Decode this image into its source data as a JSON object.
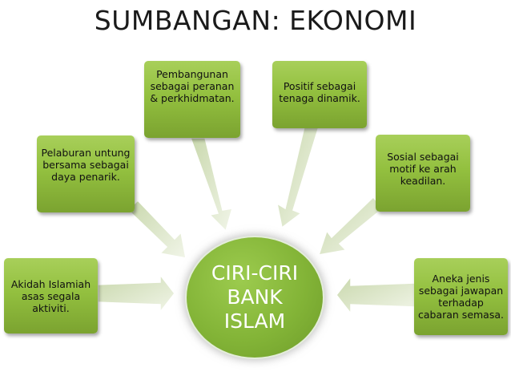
{
  "title": "SUMBANGAN: EKONOMI",
  "center": {
    "label": "CIRI-CIRI\nBANK\nISLAM"
  },
  "items": [
    {
      "id": "akidah",
      "text": "Akidah Islamiah asas segala aktiviti."
    },
    {
      "id": "pelaburan",
      "text": "Pelaburan untung bersama sebagai daya penarik."
    },
    {
      "id": "pembangunan",
      "text": "Pembangunan sebagai peranan & perkhidmatan."
    },
    {
      "id": "positif",
      "text": "Positif sebagai tenaga dinamik."
    },
    {
      "id": "sosial",
      "text": "Sosial sebagai motif ke arah keadilan."
    },
    {
      "id": "aneka",
      "text": "Aneka jenis sebagai jawapan terhadap cabaran semasa."
    }
  ],
  "colors": {
    "box": "#93c03f",
    "center": "#83b437",
    "arrow": "#d9e4c4"
  }
}
